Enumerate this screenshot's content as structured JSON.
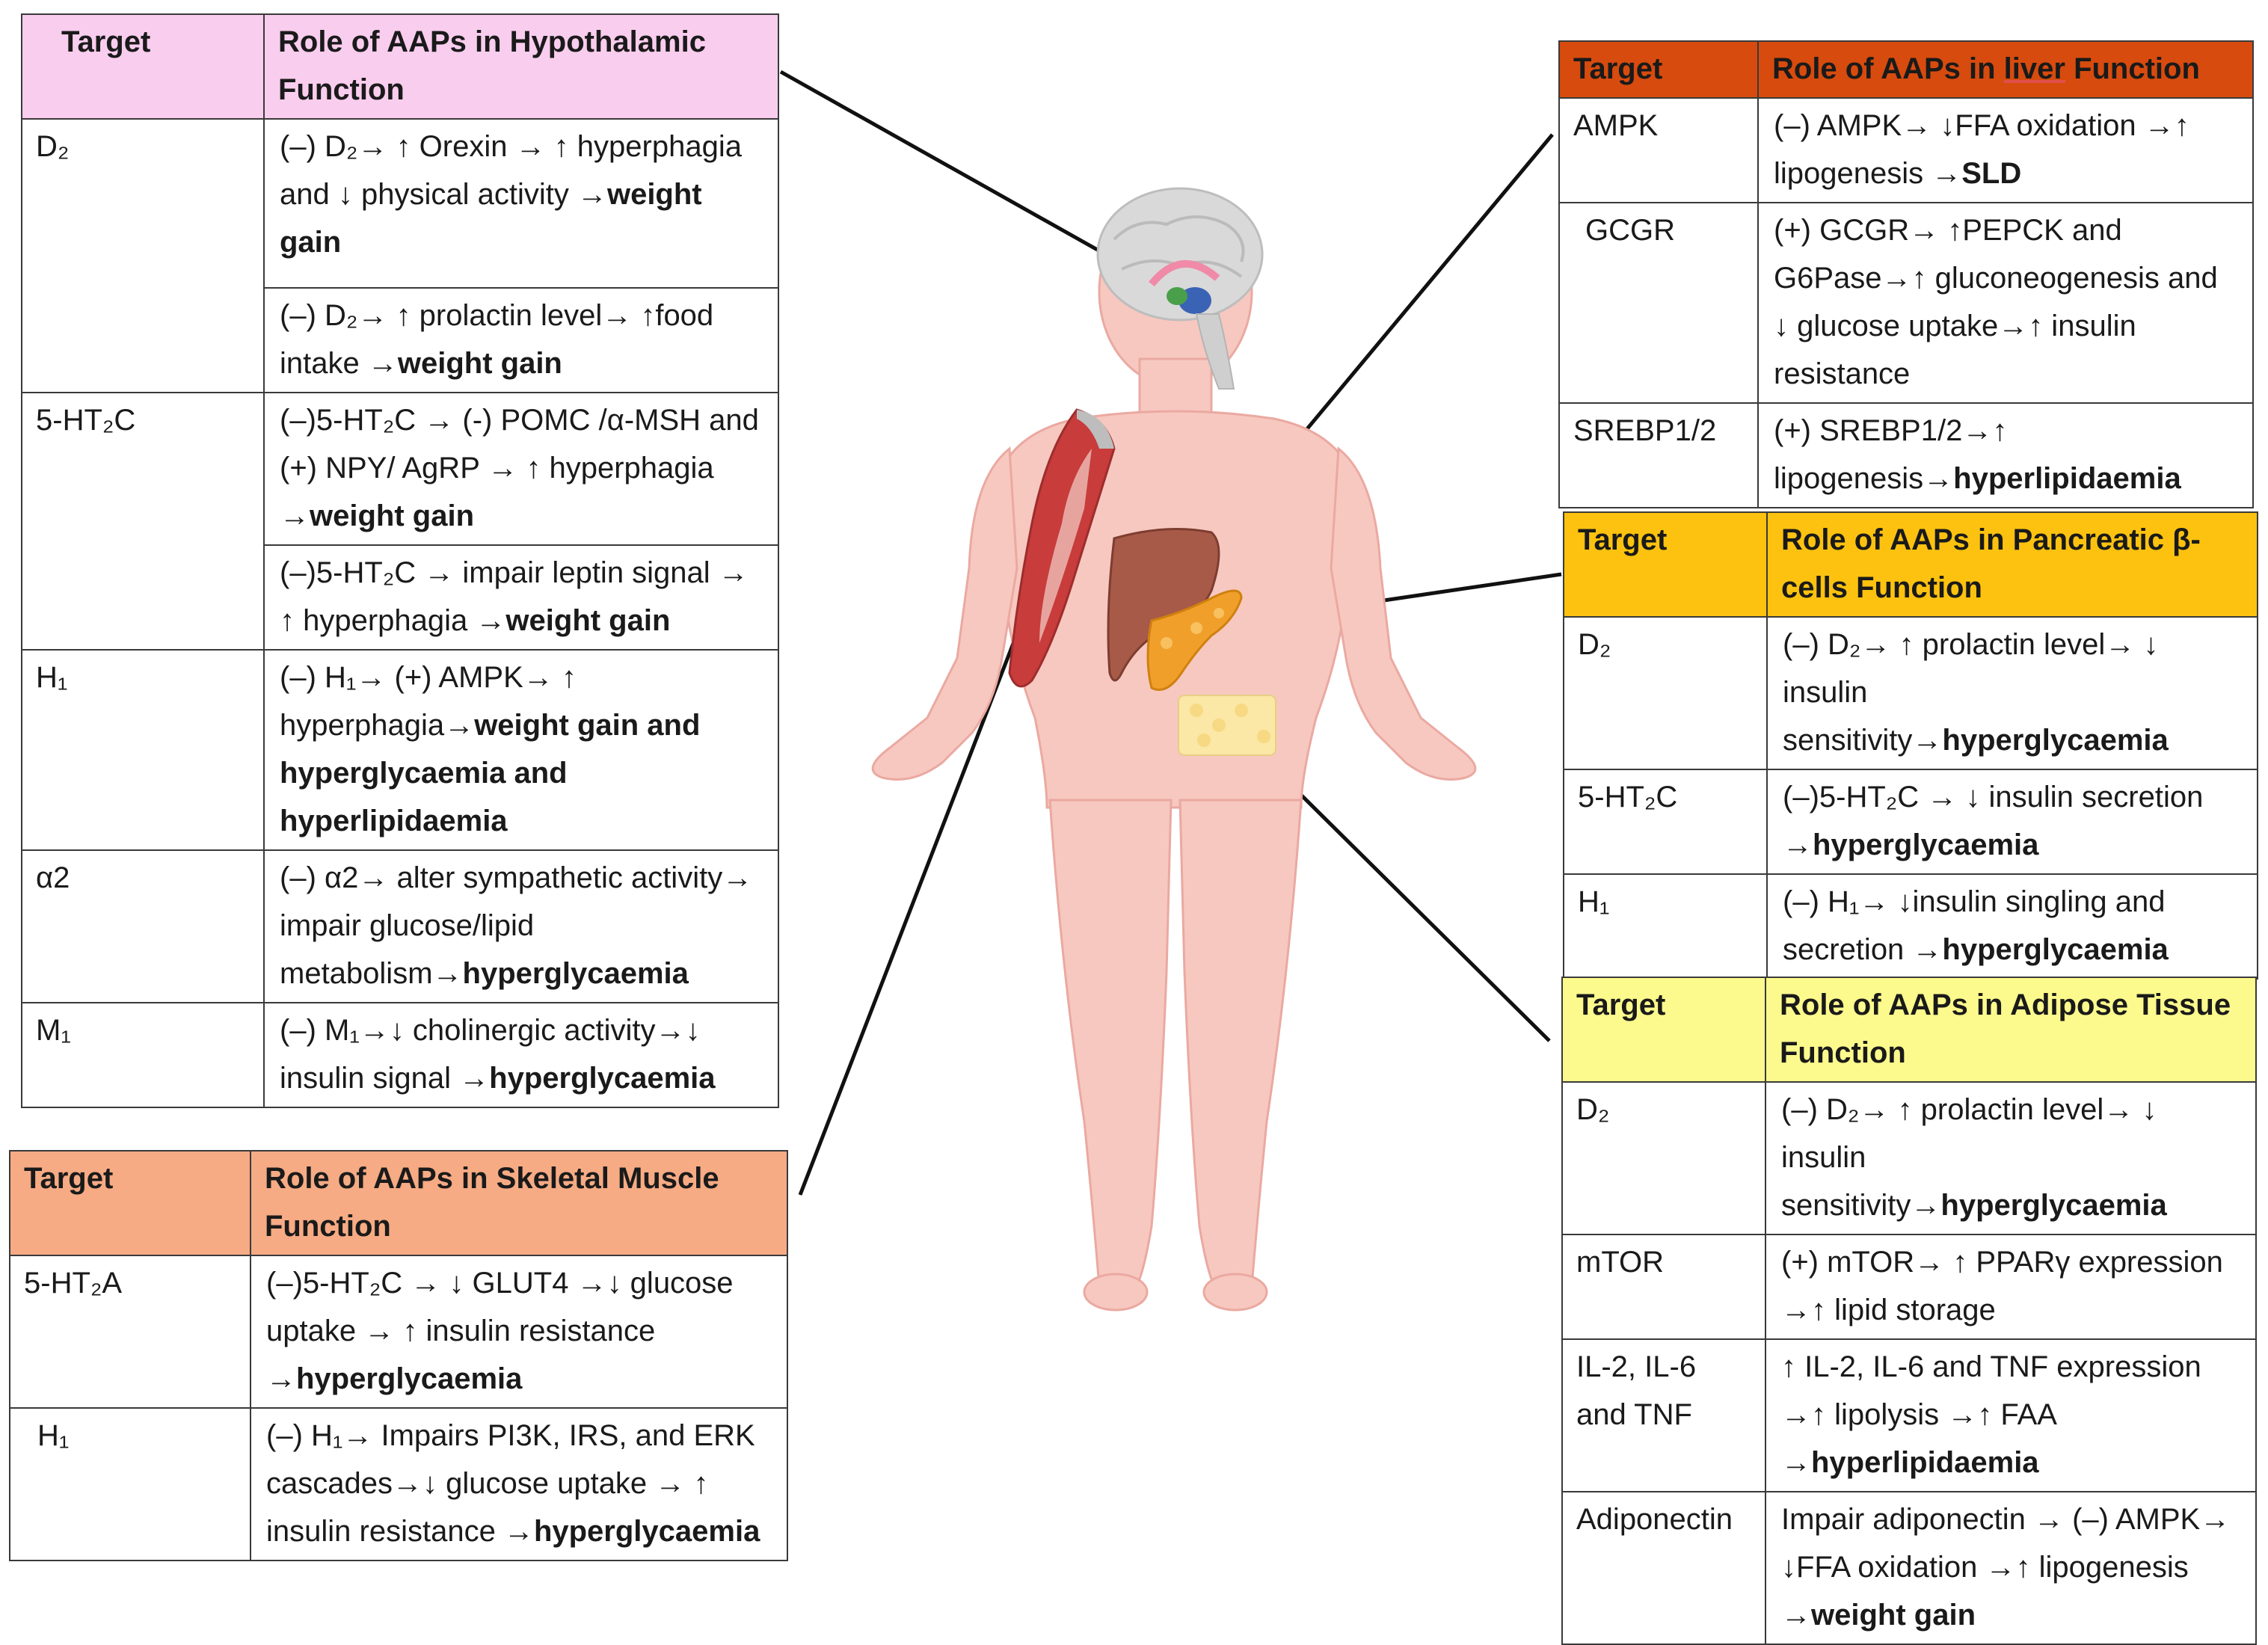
{
  "hypothalamus": {
    "header": [
      "Target",
      "Role of AAPs in Hypothalamic Function"
    ],
    "rows": [
      {
        "target": "D₂",
        "role": "(–) D₂→ ↑ Orexin → ↑ hyperphagia and ↓ physical activity →",
        "outcome": "weight gain"
      },
      {
        "role": "(–) D₂→ ↑ prolactin level→ ↑food intake →",
        "outcome": "weight gain"
      },
      {
        "target": "5-HT₂C",
        "role": "(–)5-HT₂C → (-) POMC /α-MSH and (+) NPY/ AgRP → ↑ hyperphagia →",
        "outcome": "weight gain"
      },
      {
        "role": "(–)5-HT₂C → impair leptin signal → ↑ hyperphagia →",
        "outcome": "weight gain"
      },
      {
        "target": "H₁",
        "role": "(–) H₁→ (+) AMPK→ ↑ hyperphagia→",
        "outcome": "weight gain and hyperglycaemia and hyperlipidaemia"
      },
      {
        "target": "α2",
        "role": "(–) α2→ alter sympathetic activity→ impair glucose/lipid metabolism→",
        "outcome": "hyperglycaemia"
      },
      {
        "target": "M₁",
        "role": "(–) M₁→↓ cholinergic activity→↓ insulin signal →",
        "outcome": "hyperglycaemia"
      }
    ]
  },
  "muscle": {
    "header": [
      "Target",
      "Role of AAPs in Skeletal Muscle Function"
    ],
    "rows": [
      {
        "target": "5-HT₂A",
        "role": "(–)5-HT₂C → ↓ GLUT4 →↓ glucose uptake → ↑ insulin resistance →",
        "outcome": "hyperglycaemia"
      },
      {
        "target": "H₁",
        "role": "(–) H₁→ Impairs PI3K, IRS, and ERK cascades→↓ glucose uptake → ↑ insulin resistance →",
        "outcome": "hyperglycaemia"
      }
    ]
  },
  "liver": {
    "header_target": "Target",
    "header_role_pre": "Role of AAPs in ",
    "header_role_ul": "liver",
    "header_role_post": " Function",
    "rows": [
      {
        "target": "AMPK",
        "role": "(–) AMPK→ ↓FFA oxidation →↑ lipogenesis →",
        "outcome": "SLD"
      },
      {
        "target": "GCGR",
        "role": "(+) GCGR→ ↑PEPCK and G6Pase→↑ gluconeogenesis and ↓ glucose uptake→↑ insulin resistance",
        "outcome": ""
      },
      {
        "target": "SREBP1/2",
        "role": "(+) SREBP1/2→↑ lipogenesis→",
        "outcome": "hyperlipidaemia"
      }
    ]
  },
  "pancreas": {
    "header": [
      "Target",
      "Role of AAPs in Pancreatic β-cells Function"
    ],
    "rows": [
      {
        "target": "D₂",
        "role": "(–) D₂→ ↑ prolactin level→ ↓ insulin sensitivity→",
        "outcome": "hyperglycaemia"
      },
      {
        "target": "5-HT₂C",
        "role": "(–)5-HT₂C → ↓ insulin secretion →",
        "outcome": "hyperglycaemia"
      },
      {
        "target": "H₁",
        "role": "(–) H₁→ ↓insulin singling and secretion →",
        "outcome": "hyperglycaemia"
      }
    ]
  },
  "adipose": {
    "header": [
      "Target",
      "Role of AAPs in Adipose Tissue Function"
    ],
    "rows": [
      {
        "target": "D₂",
        "role": "(–) D₂→ ↑ prolactin level→ ↓ insulin sensitivity→",
        "outcome": "hyperglycaemia"
      },
      {
        "target": "mTOR",
        "role": "(+) mTOR→ ↑ PPARγ expression →↑ lipid storage",
        "outcome": ""
      },
      {
        "target": "IL-2, IL-6 and TNF",
        "role": "↑ IL-2, IL-6 and TNF expression →↑ lipolysis →↑ FAA →",
        "outcome": "hyperlipidaemia"
      },
      {
        "target": "Adiponectin",
        "role": "Impair adiponectin → (–) AMPK→ ↓FFA oxidation →↑ lipogenesis →",
        "outcome": "weight gain"
      }
    ]
  },
  "colors": {
    "hypothalamus_header": "#f9cdee",
    "muscle_header": "#f6ab84",
    "liver_header": "#d74b0e",
    "pancreas_header": "#fcc20f",
    "adipose_header": "#fdfa8d",
    "skin": "#f7c8c0"
  }
}
